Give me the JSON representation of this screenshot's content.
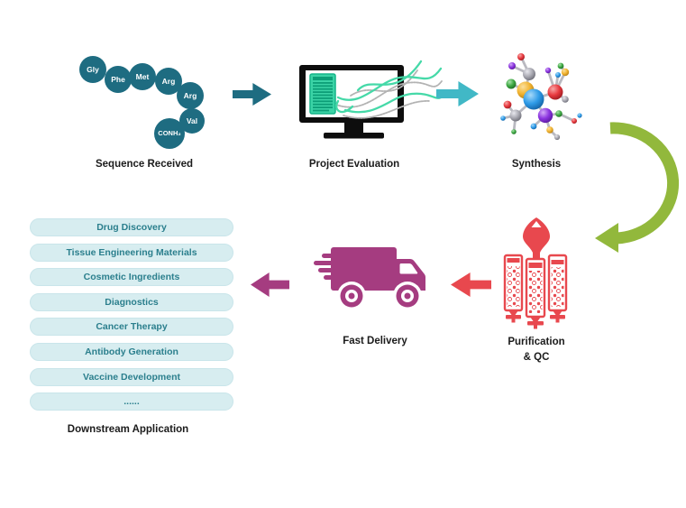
{
  "diagram": {
    "stages": {
      "sequence": {
        "label": "Sequence Received",
        "residues": [
          "Gly",
          "Phe",
          "Met",
          "Arg",
          "Arg",
          "Val",
          "CONH₂"
        ]
      },
      "evaluation": {
        "label": "Project Evaluation"
      },
      "synthesis": {
        "label": "Synthesis"
      },
      "purification": {
        "label_line1": "Purification",
        "label_line2": "& QC"
      },
      "delivery": {
        "label": "Fast Delivery"
      },
      "downstream": {
        "label": "Downstream Application",
        "items": [
          "Drug Discovery",
          "Tissue Engineering Materials",
          "Cosmetic Ingredients",
          "Diagnostics",
          "Cancer Therapy",
          "Antibody Generation",
          "Vaccine Development",
          "......"
        ]
      }
    },
    "icons": {
      "sequence": "peptide-chain-icon",
      "evaluation": "monitor-dna-icon",
      "synthesis": "molecule-icon",
      "flow_down": "curved-arrow-icon",
      "purification": "chromatography-columns-icon",
      "delivery": "delivery-truck-icon"
    },
    "colors": {
      "teal_dark": "#1e6c81",
      "cyan_arrow": "#41b8c6",
      "green_arrow": "#92b83c",
      "red": "#e8484e",
      "magenta": "#a53c80",
      "mint": "#45d9a8",
      "pill_bg": "#d7edf0",
      "pill_text": "#2b7f8d",
      "label_text": "#1b1b1b"
    }
  }
}
